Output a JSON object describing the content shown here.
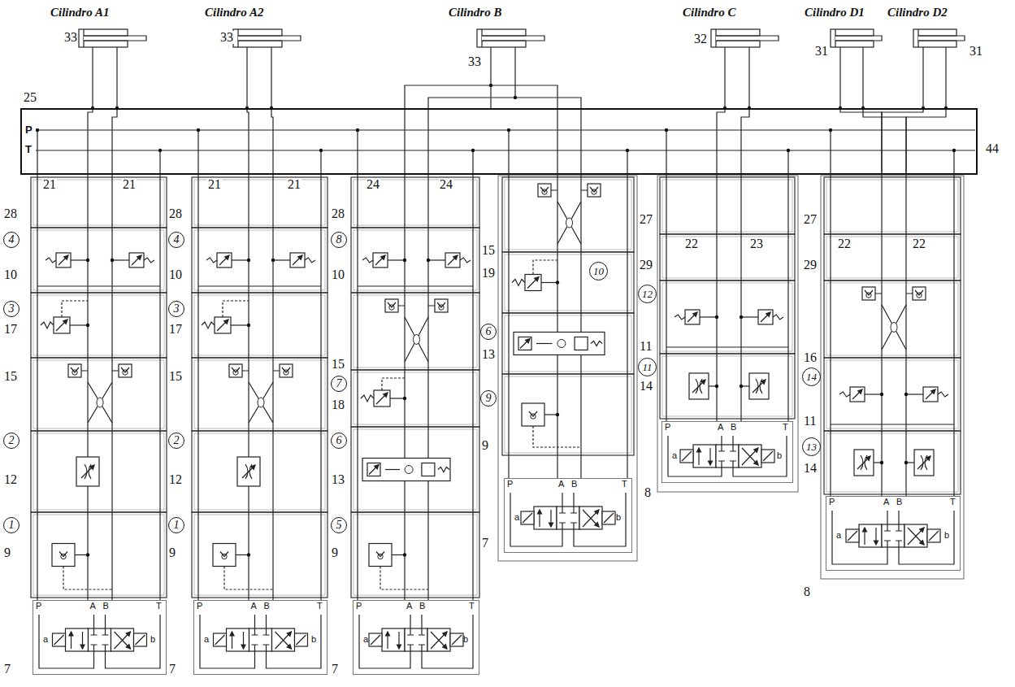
{
  "diagram": {
    "nodes": [
      {
        "text": [
          "Cilindro A1"
        ]
      },
      {
        "text": [
          "Cilindro A2"
        ]
      },
      {
        "text": [
          "Cilindro B"
        ]
      },
      {
        "text": [
          "Cilindro C"
        ]
      },
      {
        "text": [
          "Cilindro D1"
        ]
      },
      {
        "text": [
          "Cilindro D2"
        ]
      },
      {
        "text": [
          "P",
          "T"
        ]
      },
      {
        "text": [
          "P",
          "A",
          "B",
          "T",
          "a",
          "b"
        ]
      },
      {
        "text": [
          "P",
          "A",
          "B",
          "T",
          "a",
          "b"
        ]
      },
      {
        "text": [
          "P",
          "A",
          "B",
          "T",
          "a",
          "b"
        ]
      },
      {
        "text": [
          "P",
          "A",
          "B",
          "T",
          "a",
          "b"
        ]
      },
      {
        "text": [
          "P",
          "A",
          "B",
          "T",
          "a",
          "b"
        ]
      },
      {
        "text": [
          "P",
          "A",
          "B",
          "T",
          "a",
          "b"
        ]
      }
    ],
    "edges": [
      {
        "from": 0,
        "to": 6,
        "arrow": "none"
      },
      {
        "from": 1,
        "to": 6,
        "arrow": "none"
      },
      {
        "from": 2,
        "to": 6,
        "arrow": "none"
      },
      {
        "from": 3,
        "to": 6,
        "arrow": "none"
      },
      {
        "from": 4,
        "to": 6,
        "arrow": "none"
      },
      {
        "from": 5,
        "to": 6,
        "arrow": "none"
      }
    ],
    "labels": [
      "33",
      "33",
      "33",
      "32",
      "31",
      "31",
      "25",
      "44",
      "21",
      "21",
      "28",
      "4",
      "10",
      "3",
      "17",
      "15",
      "2",
      "12",
      "1",
      "9",
      "7",
      "21",
      "21",
      "28",
      "4",
      "10",
      "3",
      "17",
      "15",
      "2",
      "12",
      "1",
      "9",
      "7",
      "24",
      "24",
      "28",
      "8",
      "10",
      "15",
      "7",
      "18",
      "6",
      "13",
      "5",
      "9",
      "7",
      "15",
      "19",
      "10",
      "6",
      "13",
      "9",
      "9",
      "7",
      "27",
      "22",
      "23",
      "29",
      "12",
      "11",
      "11",
      "14",
      "8",
      "27",
      "22",
      "22",
      "29",
      "16",
      "14",
      "11",
      "13",
      "14",
      "8"
    ]
  }
}
